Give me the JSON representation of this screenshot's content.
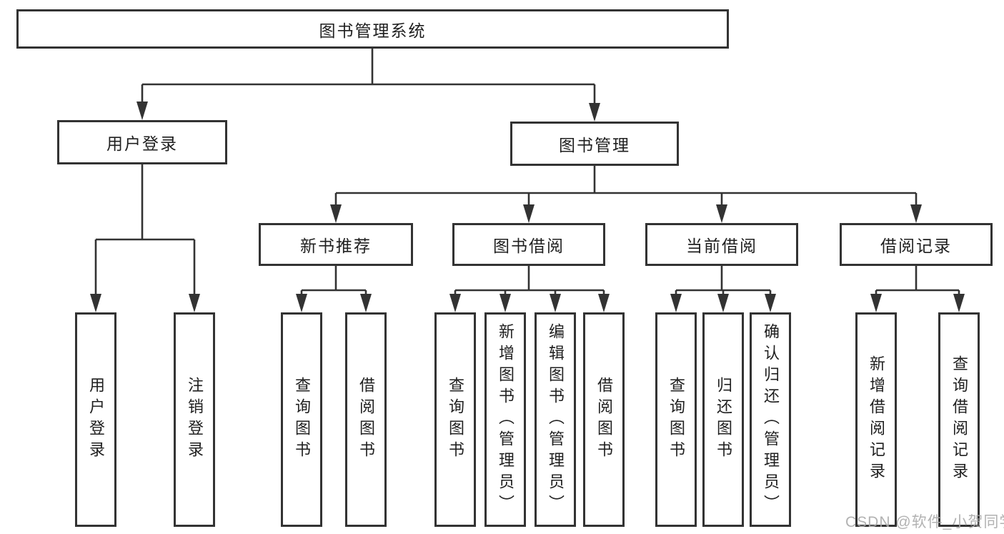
{
  "diagram": {
    "type": "hierarchy",
    "root": {
      "label": "图书管理系统",
      "children": [
        {
          "label": "用户登录",
          "children": [
            {
              "label": "用户登录"
            },
            {
              "label": "注销登录"
            }
          ]
        },
        {
          "label": "图书管理",
          "children": [
            {
              "label": "新书推荐",
              "children": [
                {
                  "label": "查询图书"
                },
                {
                  "label": "借阅图书"
                }
              ]
            },
            {
              "label": "图书借阅",
              "children": [
                {
                  "label": "查询图书"
                },
                {
                  "label": "新增图书（管理员）"
                },
                {
                  "label": "编辑图书（管理员）"
                },
                {
                  "label": "借阅图书"
                }
              ]
            },
            {
              "label": "当前借阅",
              "children": [
                {
                  "label": "查询图书"
                },
                {
                  "label": "归还图书"
                },
                {
                  "label": "确认归还（管理员）"
                }
              ]
            },
            {
              "label": "借阅记录",
              "children": [
                {
                  "label": "新增借阅记录"
                },
                {
                  "label": "查询借阅记录"
                }
              ]
            }
          ]
        }
      ]
    },
    "colors": {
      "line": "#333333",
      "box_border": "#333333",
      "text": "#1f1f1f",
      "background": "#ffffff",
      "watermark": "#aaaaaa"
    }
  },
  "watermark": "CSDN @软件_小贺同学"
}
